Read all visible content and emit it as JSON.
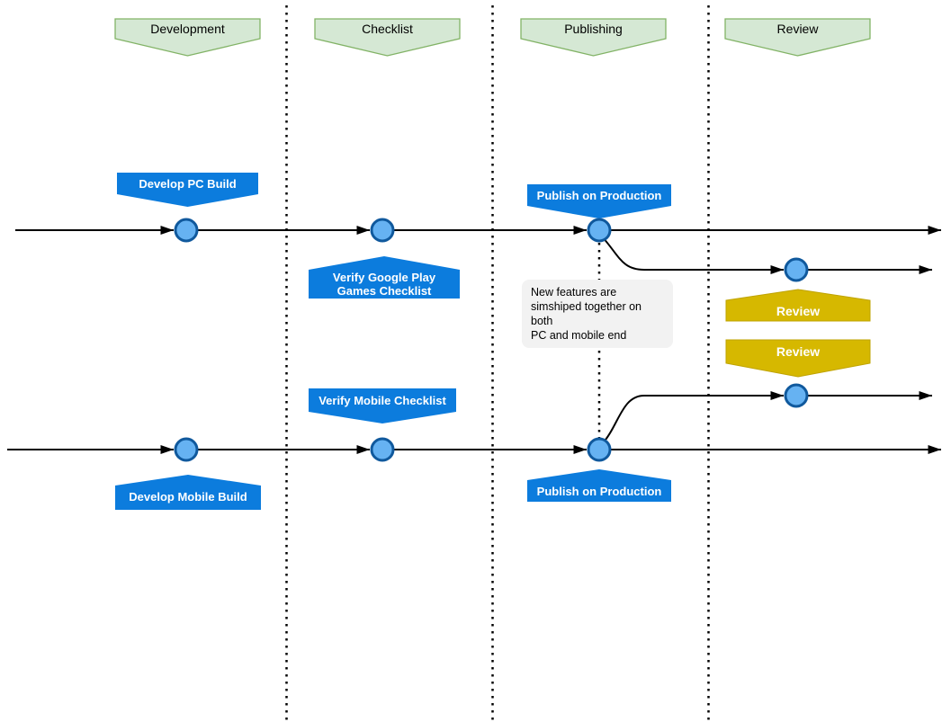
{
  "phases": [
    {
      "label": "Development"
    },
    {
      "label": "Checklist"
    },
    {
      "label": "Publishing"
    },
    {
      "label": "Review"
    }
  ],
  "pc_track": {
    "develop_label": "Develop PC Build",
    "verify_label_line1": "Verify Google Play",
    "verify_label_line2": "Games Checklist",
    "publish_label": "Publish on Production",
    "review_label": "Review"
  },
  "mobile_track": {
    "develop_label": "Develop Mobile Build",
    "verify_label": "Verify Mobile Checklist",
    "publish_label": "Publish on Production",
    "review_label": "Review"
  },
  "note": {
    "lines": [
      "New features are",
      "simshiped together on both",
      "PC and mobile end"
    ]
  },
  "colors": {
    "phase_banner_fill": "#d5e8d4",
    "phase_banner_stroke": "#82b366",
    "task_banner_fill": "#0c7cdd",
    "review_banner_fill": "#d6b800",
    "review_banner_stroke": "#bfa300",
    "node_fill": "#66b2f2",
    "node_stroke": "#10599d",
    "line_color": "#000000",
    "note_bg": "#f2f2f2"
  }
}
